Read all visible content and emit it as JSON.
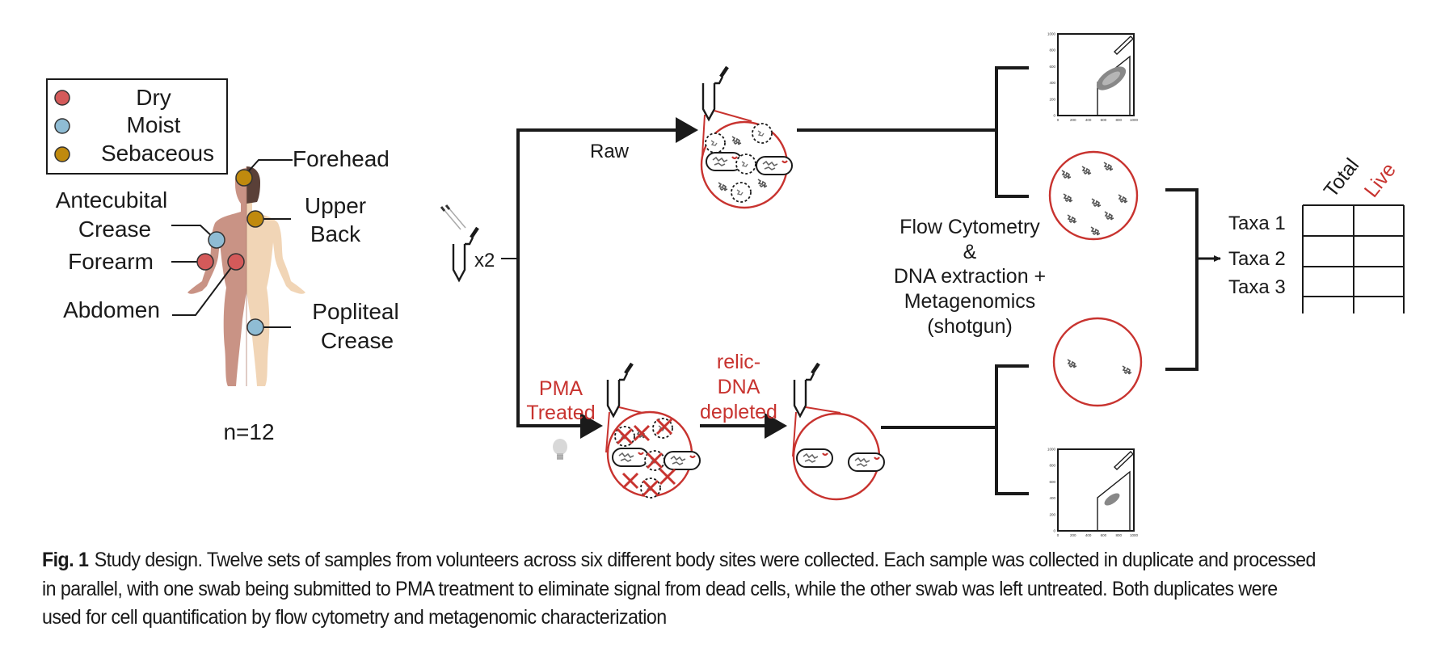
{
  "legend": {
    "items": [
      {
        "label": "Dry",
        "color": "#d45a5a"
      },
      {
        "label": "Moist",
        "color": "#8fbcd4"
      },
      {
        "label": "Sebaceous",
        "color": "#c08a0e"
      }
    ]
  },
  "body_sites": [
    {
      "label_lines": [
        "Forehead"
      ],
      "type": "Sebaceous"
    },
    {
      "label_lines": [
        "Upper",
        "Back"
      ],
      "type": "Sebaceous"
    },
    {
      "label_lines": [
        "Antecubital",
        "Crease"
      ],
      "type": "Moist"
    },
    {
      "label_lines": [
        "Forearm"
      ],
      "type": "Dry"
    },
    {
      "label_lines": [
        "Abdomen"
      ],
      "type": "Dry"
    },
    {
      "label_lines": [
        "Popliteal",
        "Crease"
      ],
      "type": "Moist"
    }
  ],
  "sample_size": "n=12",
  "duplicate_label": "x2",
  "branches": {
    "raw": "Raw",
    "pma_line1": "PMA",
    "pma_line2": "Treated",
    "relic_line1": "relic-",
    "relic_line2": "DNA",
    "relic_line3": "depleted"
  },
  "analysis": {
    "lines": [
      "Flow Cytometry",
      "&",
      "DNA extraction +",
      "Metagenomics",
      "(shotgun)"
    ]
  },
  "flow_plot": {
    "ticks": [
      "0",
      "200",
      "400",
      "600",
      "800",
      "1000"
    ]
  },
  "output_table": {
    "columns": [
      "Total",
      "Live"
    ],
    "rows": [
      "Taxa 1",
      "Taxa 2",
      "Taxa 3"
    ]
  },
  "colors": {
    "accent_red": "#c8332f",
    "line": "#1a1a1a",
    "skin_dark": "#c99385",
    "skin_light": "#f1d5b6",
    "hair": "#5a4038"
  },
  "caption": {
    "fig_label": "Fig. 1",
    "text": "Study design. Twelve sets of samples from volunteers across six different body sites were collected. Each sample was collected in duplicate and processed in parallel, with one swab being submitted to PMA treatment to eliminate signal from dead cells, while the other swab was left untreated. Both duplicates were used for cell quantification by flow cytometry and metagenomic characterization"
  }
}
